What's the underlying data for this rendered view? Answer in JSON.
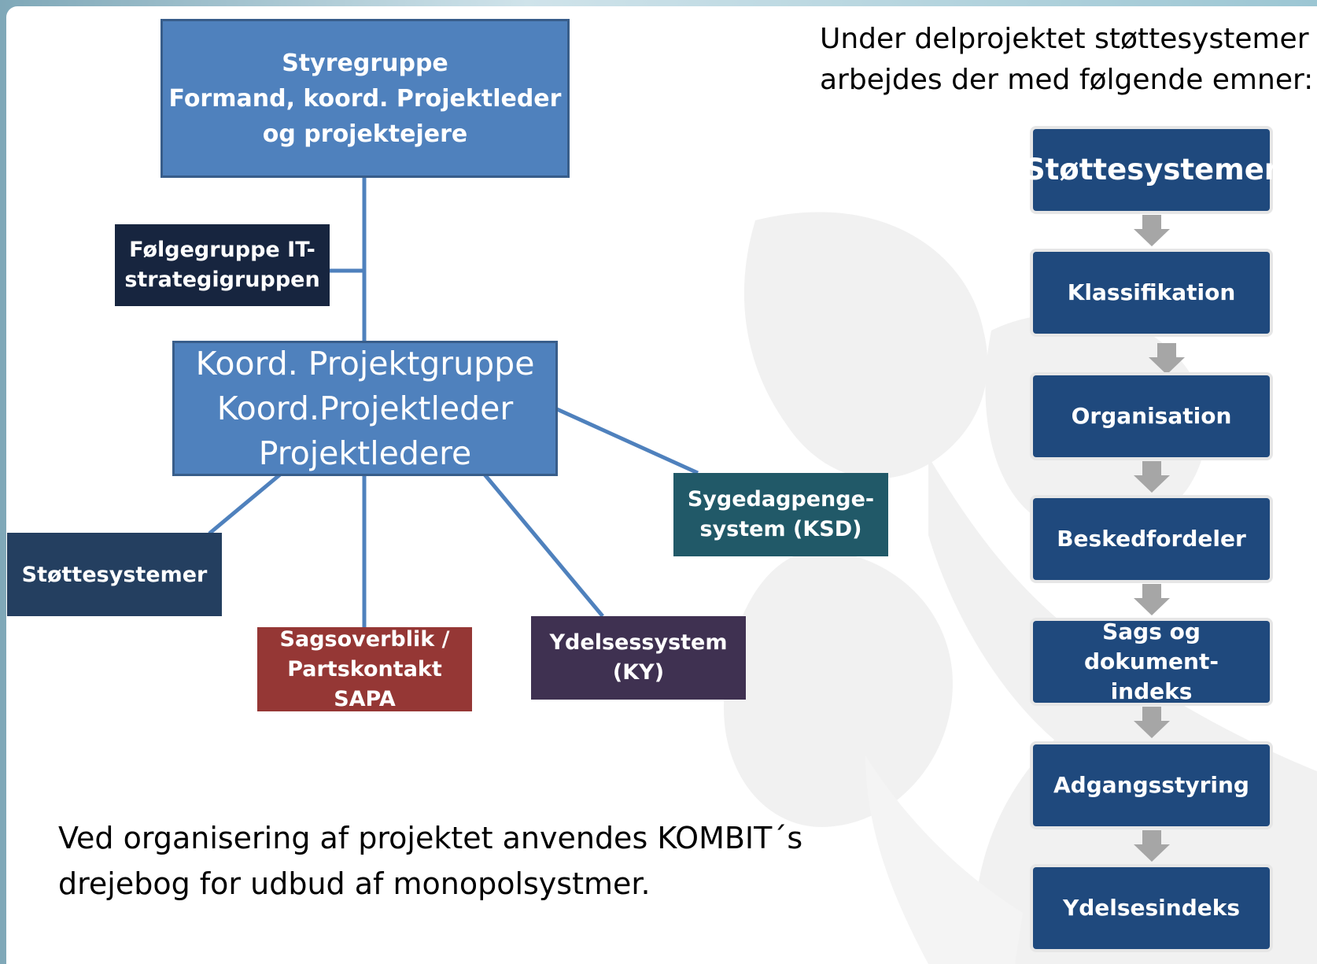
{
  "colors": {
    "mid_blue": "#4f81bd",
    "navy": "#1f497d",
    "dark_navy": "#17253f",
    "slate": "#243f60",
    "teal": "#215968",
    "dark_red": "#953735",
    "purple": "#3f3151",
    "connector": "#4f81bd",
    "arrow": "#a6a6a6"
  },
  "org": {
    "styregruppe": "Styregruppe\nFormand, koord. Projektleder\nog projektejere",
    "folgegruppe": "Følgegruppe IT-\nstrategigruppen",
    "koord": "Koord. Projektgruppe\nKoord.Projektleder\nProjektledere",
    "stottesystemer": "Støttesystemer",
    "sagsoverblik": "Sagsoverblik /\nPartskontakt\nSAPA",
    "ydelsessystem": "Ydelsessystem\n(KY)",
    "sygedagpenge": "Sygedagpenge-\nsystem (KSD)"
  },
  "flow": {
    "intro": "Under delprojektet støttesystemer\narbejdes der med følgende emner:",
    "header": "Støttesystemer",
    "items": [
      "Klassifikation",
      "Organisation",
      "Beskedfordeler",
      "Sags og dokument-\nindeks",
      "Adgangsstyring",
      "Ydelsesindeks"
    ]
  },
  "footer_note": "Ved organisering af projektet anvendes KOMBIT´s\ndrejebog for udbud af monopolsystmer."
}
